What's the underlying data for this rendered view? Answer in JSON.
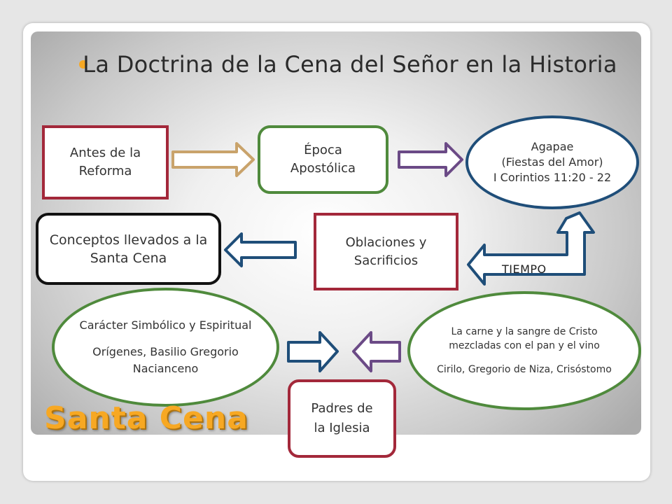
{
  "title": "La Doctrina de la Cena del Señor en la Historia",
  "nodes": {
    "antes": "Antes de la Reforma",
    "epoca": "Época Apostólica",
    "agapae_1": "Agapae",
    "agapae_2": "(Fiestas del Amor)",
    "agapae_3": "I Corintios 11:20 - 22",
    "conceptos": "Conceptos llevados a la Santa Cena",
    "oblaciones": "Oblaciones y Sacrificios",
    "simbolico_1": "Carácter Simbólico y Espiritual",
    "simbolico_2": "Orígenes, Basilio Gregorio Nacianceno",
    "carne_1": "La carne y la sangre de Cristo mezcladas con el pan y el vino",
    "carne_2": "Cirilo, Gregorio de Niza, Crisóstomo",
    "padres": "Padres de la Iglesia"
  },
  "tiempo_label": "TIEMPO",
  "brand": "Santa Cena",
  "colors": {
    "accent": "#f7a823",
    "red": "#a3283a",
    "green": "#4f8a3c",
    "blue": "#1f4e79",
    "tan": "#c9a36b",
    "purple": "#6b4a86",
    "black": "#111111"
  }
}
